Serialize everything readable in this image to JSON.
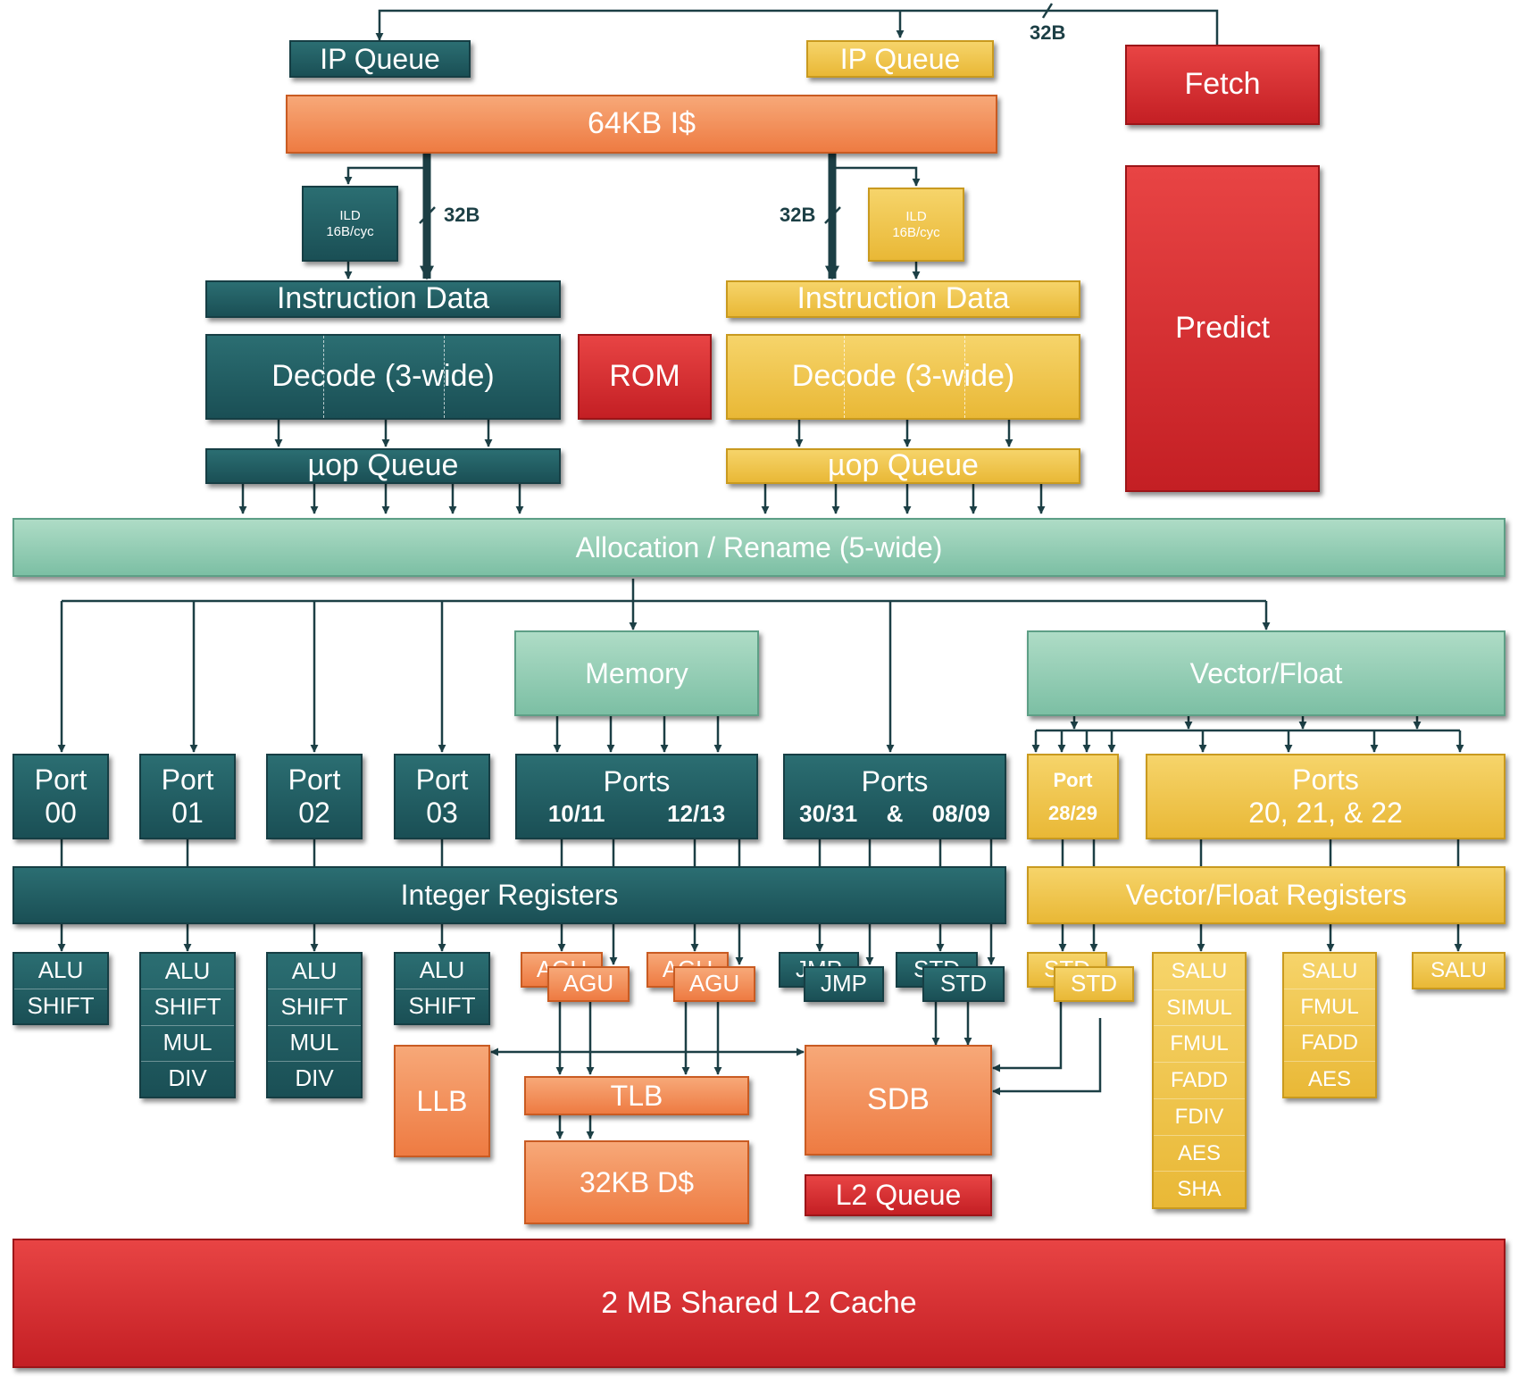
{
  "colors": {
    "teal": "#1a4f55",
    "gold": "#e9b836",
    "red": "#c41f24",
    "orange": "#ee7b42",
    "mint": "#7cbfa4",
    "line": "#1c3f45"
  },
  "fetch": {
    "ip_queue_left": "IP Queue",
    "ip_queue_right": "IP Queue",
    "fetch": "Fetch",
    "icache": "64KB I$",
    "predict": "Predict",
    "bus_32b_top": "32B",
    "bus_32b_left": "32B",
    "bus_32b_right": "32B"
  },
  "decode": {
    "ild_left": "ILD\n16B/cyc",
    "ild_right": "ILD\n16B/cyc",
    "instr_left": "Instruction Data",
    "instr_right": "Instruction Data",
    "decode_left": "Decode (3-wide)",
    "decode_right": "Decode (3-wide)",
    "rom": "ROM",
    "uop_left": "µop Queue",
    "uop_right": "µop Queue"
  },
  "alloc": "Allocation / Rename (5-wide)",
  "schedulers": {
    "memory": "Memory",
    "vector": "Vector/Float"
  },
  "ports": {
    "p00": "Port\n00",
    "p01": "Port\n01",
    "p02": "Port\n02",
    "p03": "Port\n03",
    "mem_title": "Ports",
    "mem_a": "10/11",
    "mem_b": "12/13",
    "st_title": "Ports",
    "st_a": "30/31",
    "st_amp": "&",
    "st_b": "08/09",
    "p2829": "Port\n28/29",
    "vec_ports": "Ports\n20, 21, & 22"
  },
  "registers": {
    "integer": "Integer Registers",
    "vector": "Vector/Float Registers"
  },
  "units": {
    "alu00": [
      "ALU",
      "SHIFT"
    ],
    "alu01": [
      "ALU",
      "SHIFT",
      "MUL",
      "DIV"
    ],
    "alu02": [
      "ALU",
      "SHIFT",
      "MUL",
      "DIV"
    ],
    "alu03": [
      "ALU",
      "SHIFT"
    ],
    "agu": "AGU",
    "jmp": "JMP",
    "std": "STD",
    "vec20": [
      "SALU",
      "SIMUL",
      "FMUL",
      "FADD",
      "FDIV",
      "AES",
      "SHA"
    ],
    "vec21": [
      "SALU",
      "FMUL",
      "FADD",
      "AES"
    ],
    "vec22": [
      "SALU"
    ]
  },
  "memory_subsystem": {
    "llb": "LLB",
    "tlb": "TLB",
    "dcache": "32KB D$",
    "sdb": "SDB",
    "l2queue": "L2 Queue",
    "l2": "2 MB Shared L2 Cache"
  }
}
